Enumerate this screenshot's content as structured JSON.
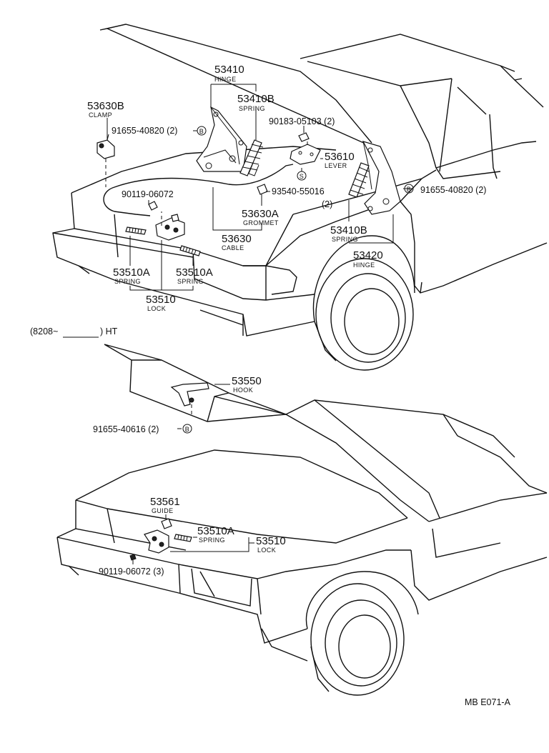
{
  "labels": {
    "hinge_num": "53410",
    "hinge_sub": "HINGE",
    "spring_b_num": "53410B",
    "spring_b_sub": "SPRING",
    "clamp_num": "53630B",
    "clamp_sub": "CLAMP",
    "bolt_clamp": "91655-40820 (2)",
    "bolt_clamp_mark": "B",
    "bolt_lever": "90183-05103 (2)",
    "lever_num": "53610",
    "lever_sub": "LEVER",
    "screw_top": "90119-06072",
    "screw_s": "93540-55016",
    "screw_s_qty": "(2)",
    "s_mark": "S",
    "grommet_num": "53630A",
    "grommet_sub": "GROMMET",
    "cable_num": "53630",
    "cable_sub": "CABLE",
    "bolt_right": "91655-40820 (2)",
    "bolt_right_mark": "B",
    "spring_b2_num": "53410B",
    "spring_b2_sub": "SPRING",
    "hinge2_num": "53420",
    "hinge2_sub": "HINGE",
    "springA_left_num": "53510A",
    "springA_left_sub": "SPRING",
    "springA_right_num": "53510A",
    "springA_right_sub": "SPRING",
    "lock_num": "53510",
    "lock_sub": "LOCK",
    "ht_header_left": "(8208~",
    "ht_header_right": ") HT",
    "hook_num": "53550",
    "hook_sub": "HOOK",
    "bolt_hook": "91655-40616 (2)",
    "bolt_hook_mark": "B",
    "guide_num": "53561",
    "guide_sub": "GUIDE",
    "springA2_num": "53510A",
    "springA2_sub": "SPRING",
    "lock2_num": "53510",
    "lock2_sub": "LOCK",
    "screw_bottom": "90119-06072 (3)",
    "ref_code": "MB E071-A"
  }
}
